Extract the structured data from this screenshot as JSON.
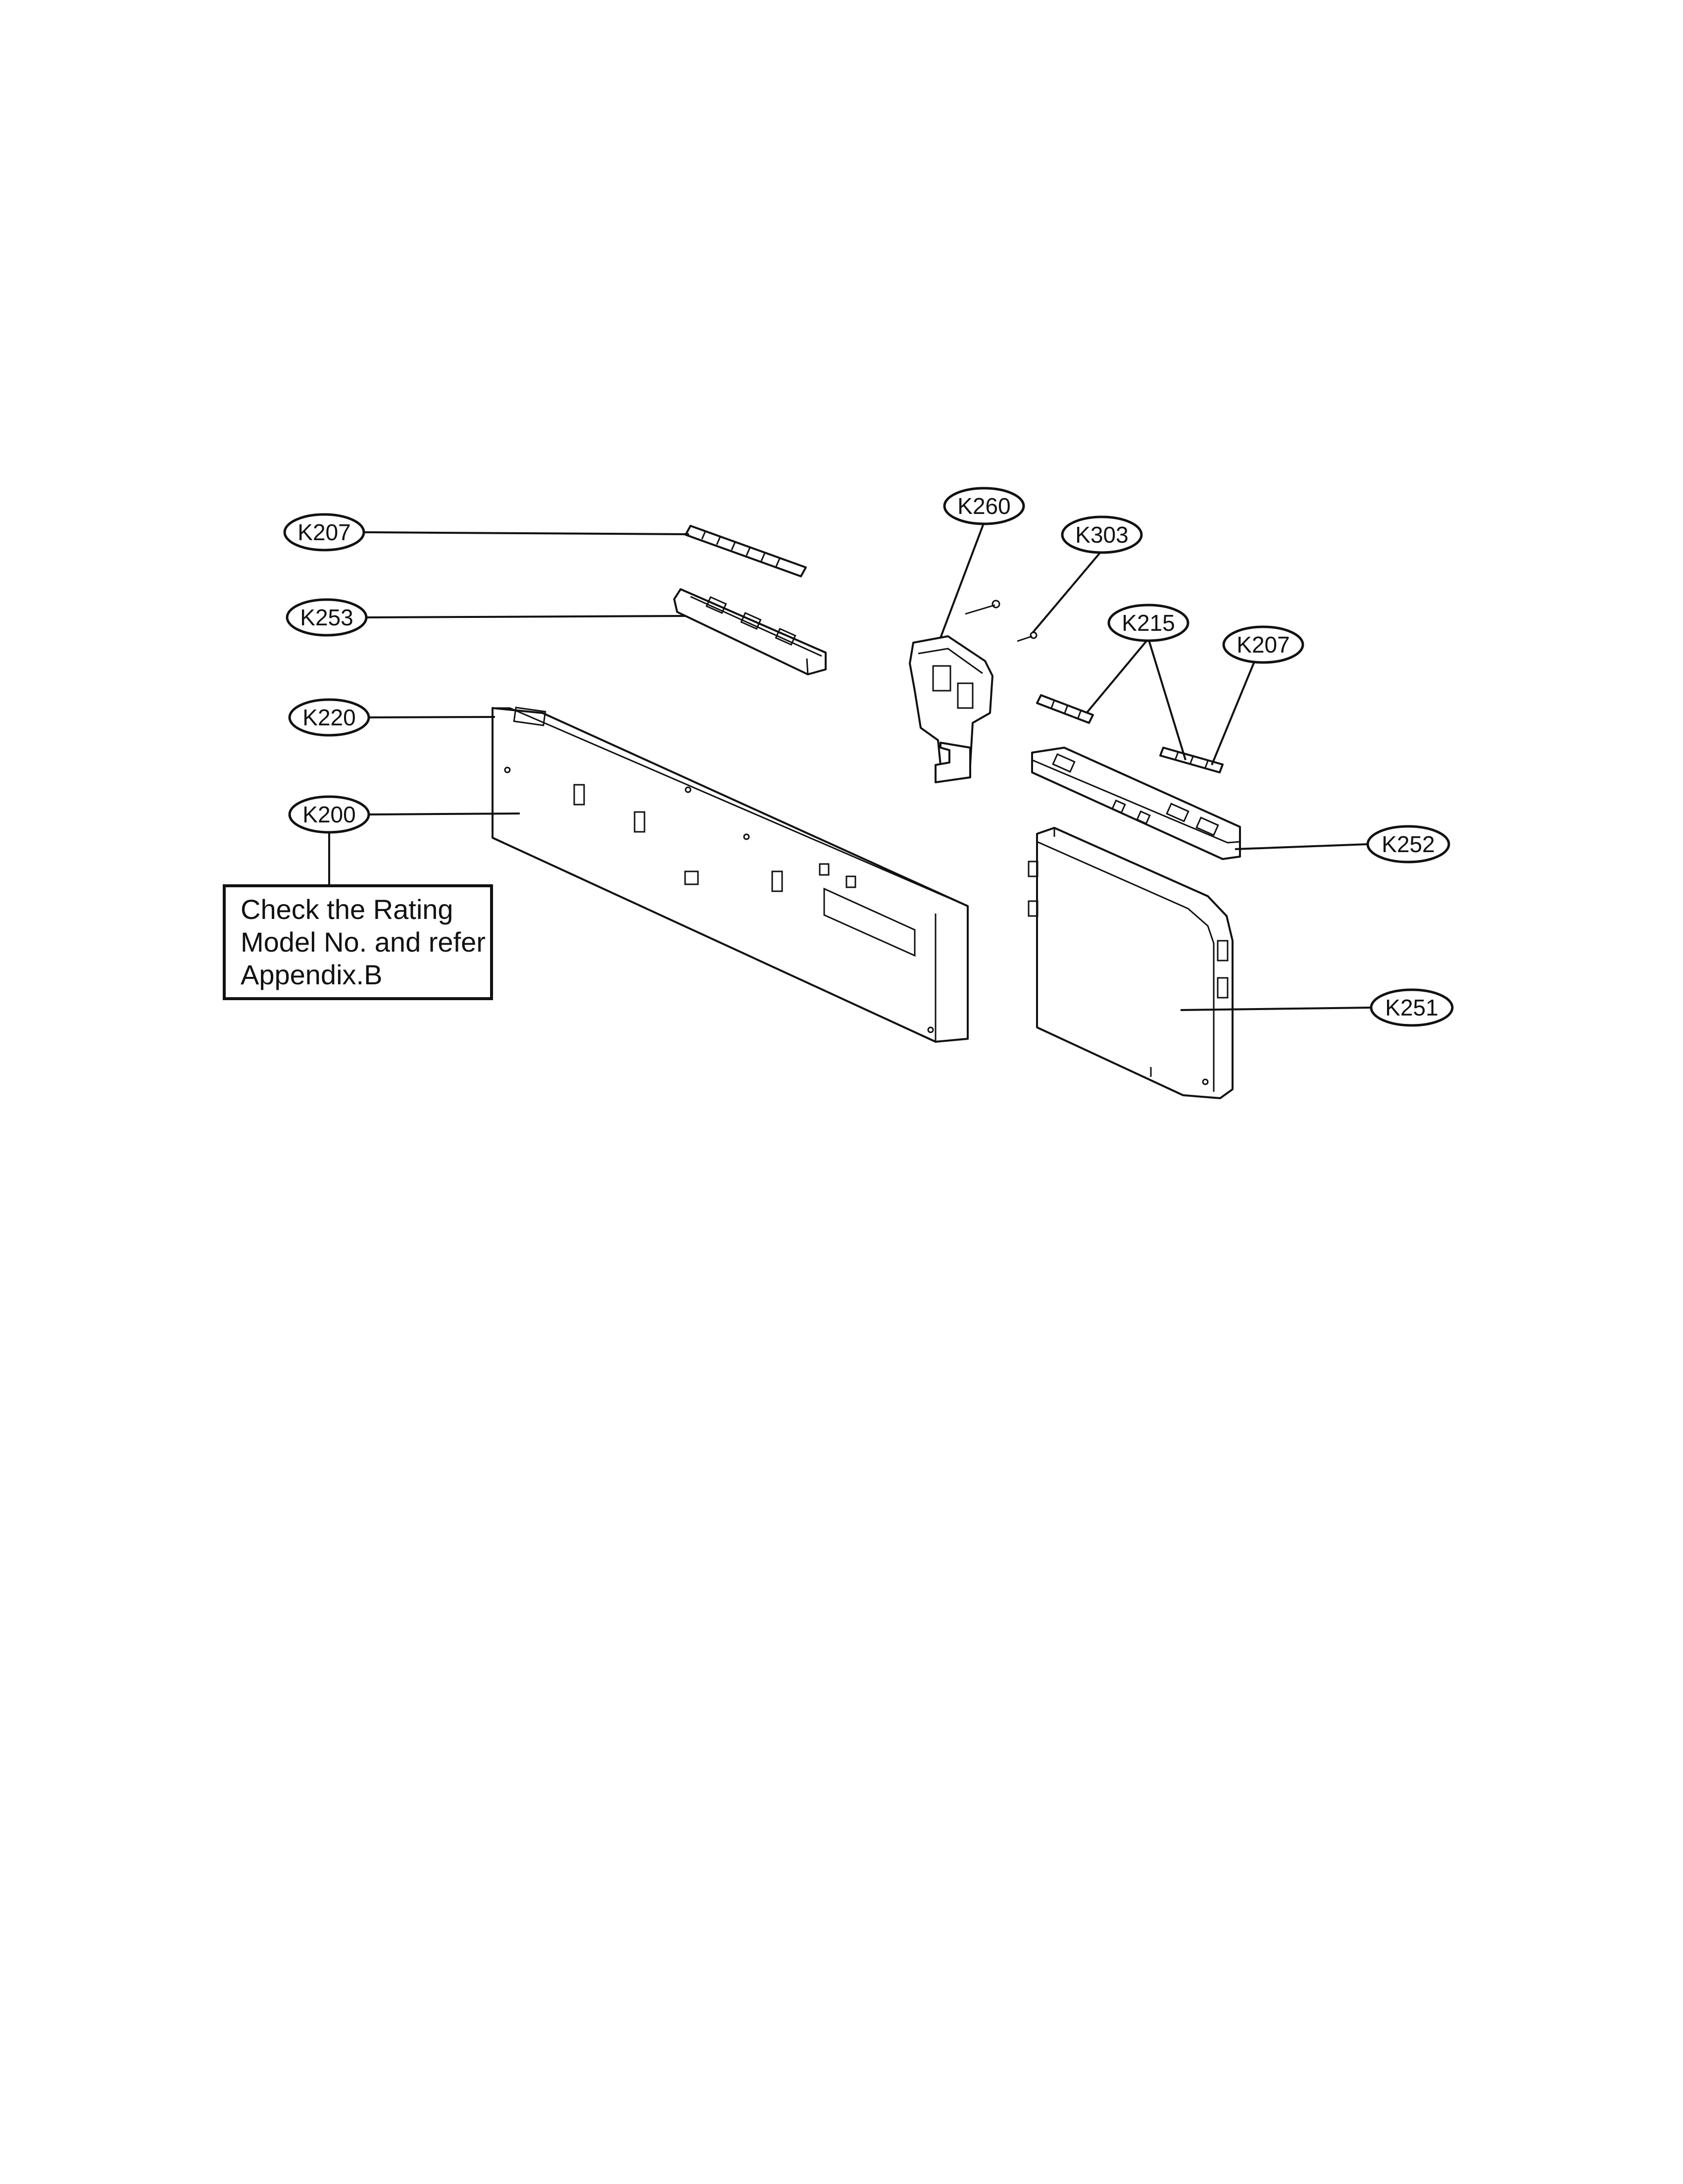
{
  "callouts": [
    {
      "id": "k207_top",
      "label": "K207"
    },
    {
      "id": "k253",
      "label": "K253"
    },
    {
      "id": "k220",
      "label": "K220"
    },
    {
      "id": "k200",
      "label": "K200"
    },
    {
      "id": "k260",
      "label": "K260"
    },
    {
      "id": "k303",
      "label": "K303"
    },
    {
      "id": "k215",
      "label": "K215"
    },
    {
      "id": "k207_right",
      "label": "K207"
    },
    {
      "id": "k252",
      "label": "K252"
    },
    {
      "id": "k251",
      "label": "K251"
    }
  ],
  "note": {
    "line1": "Check the Rating",
    "line2": "Model No. and refer",
    "line3": "Appendix.B"
  }
}
